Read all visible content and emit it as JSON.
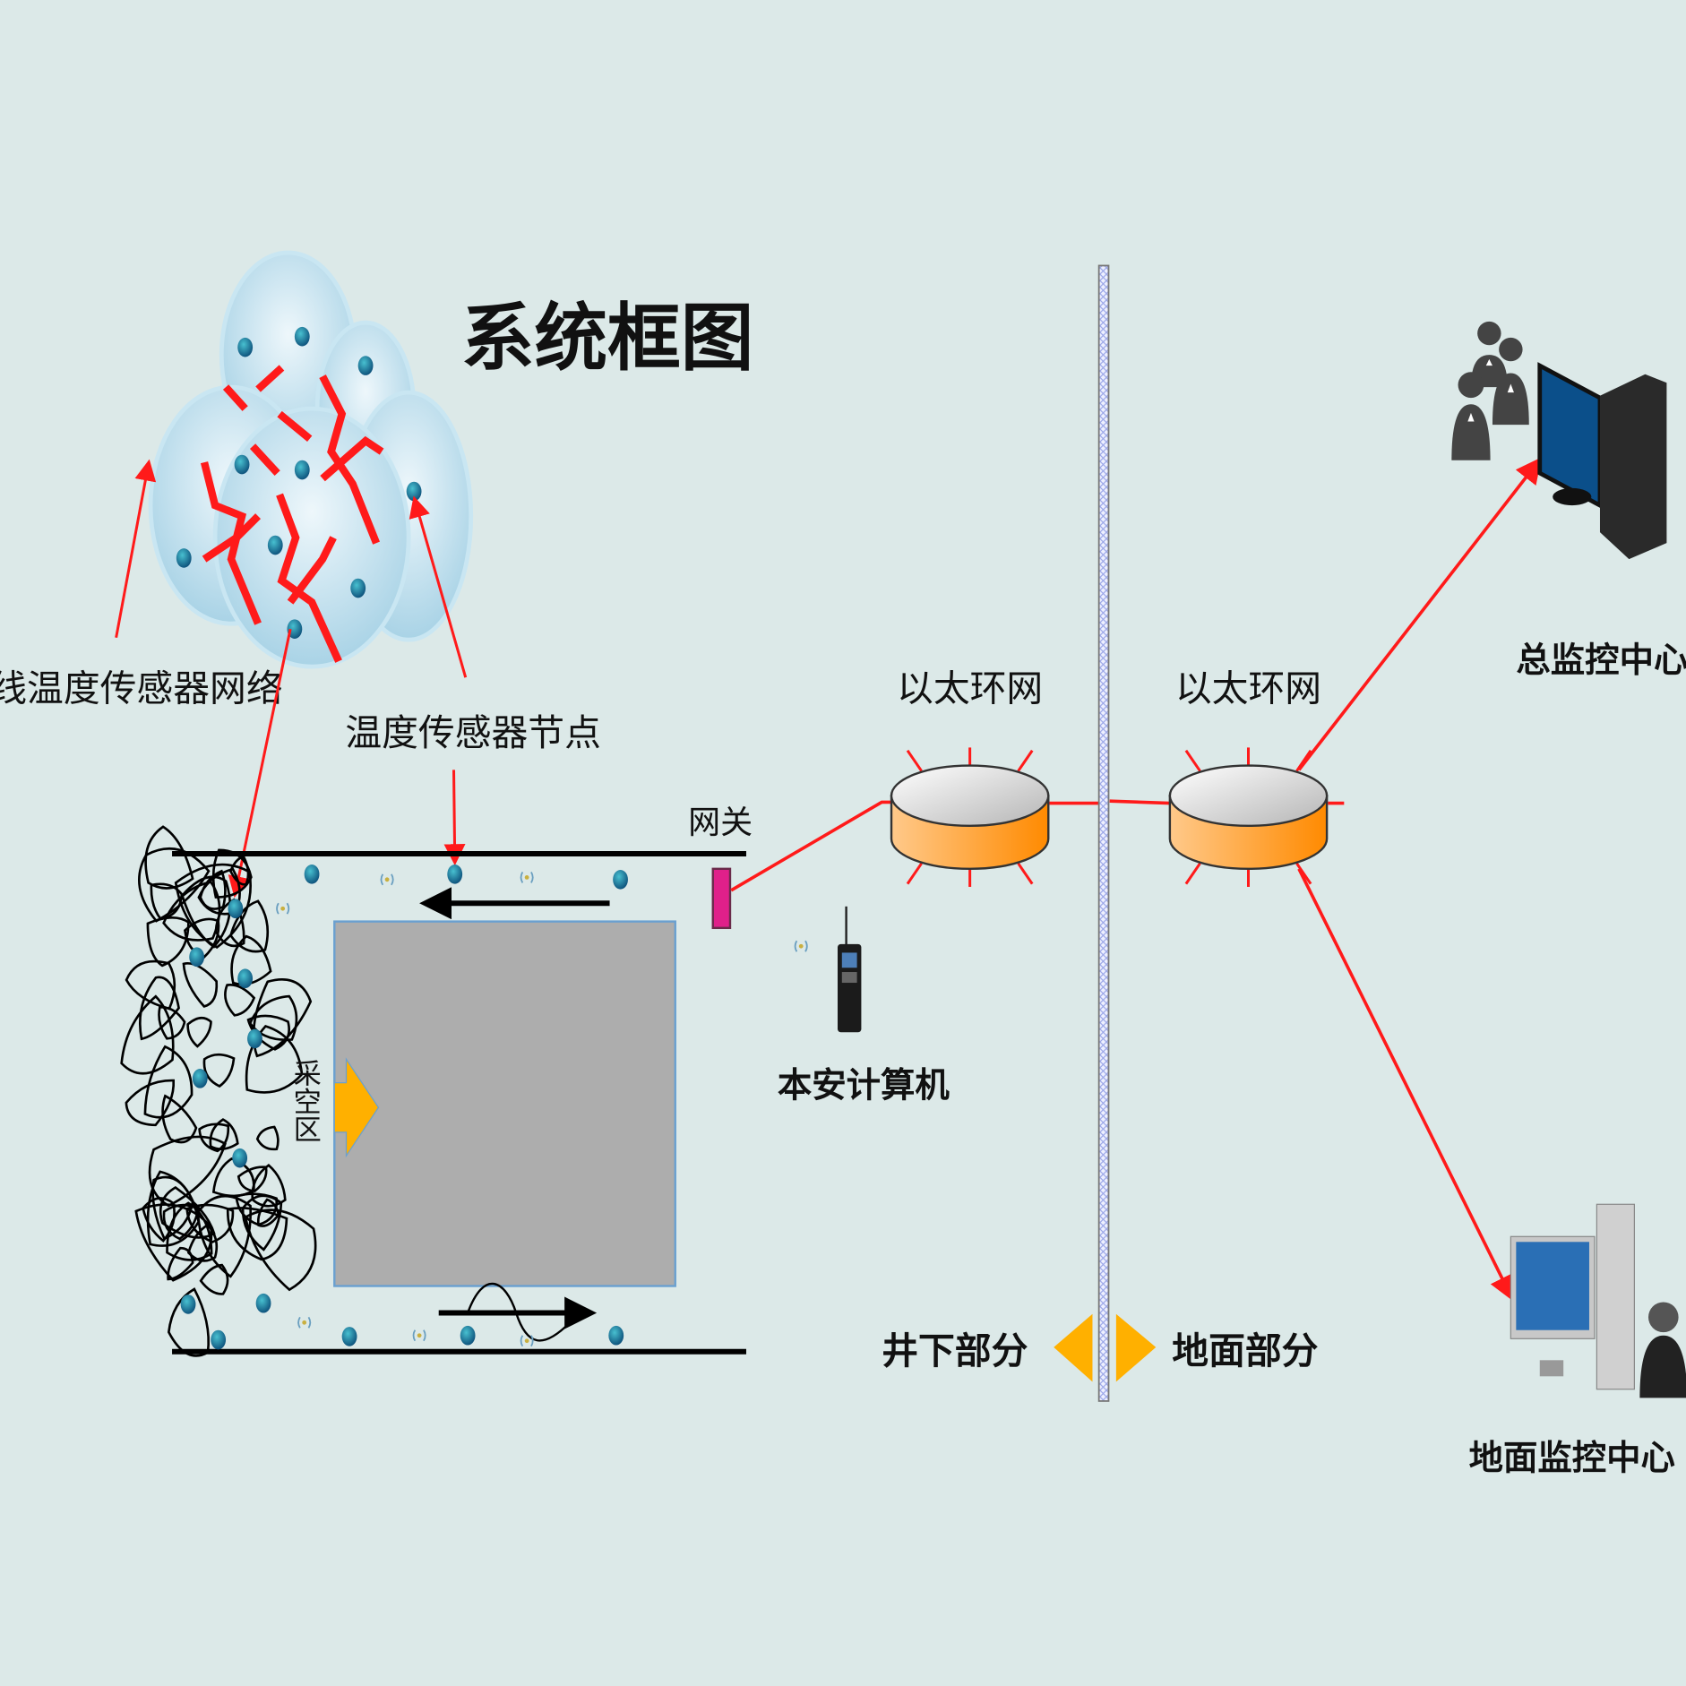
{
  "title": "系统框图",
  "labels": {
    "wireless_network": "无线温度传感器网络",
    "sensor_node": "温度传感器节点",
    "gateway": "网关",
    "goaf": "采空区",
    "handheld": "本安计算机",
    "ethernet_ring_underground": "以太环网",
    "ethernet_ring_surface": "以太环网",
    "main_monitor_center": "总监控中心",
    "surface_monitor_center": "地面监控中心",
    "underground_part": "井下部分",
    "surface_part": "地面部分"
  },
  "colors": {
    "background": "#dce9e8",
    "link": "#ff1a1a",
    "ring_body": "#ff9a2e",
    "goaf_block": "#adadad",
    "advance_arrow": "#ffb000",
    "node": "#1e7f9a"
  }
}
